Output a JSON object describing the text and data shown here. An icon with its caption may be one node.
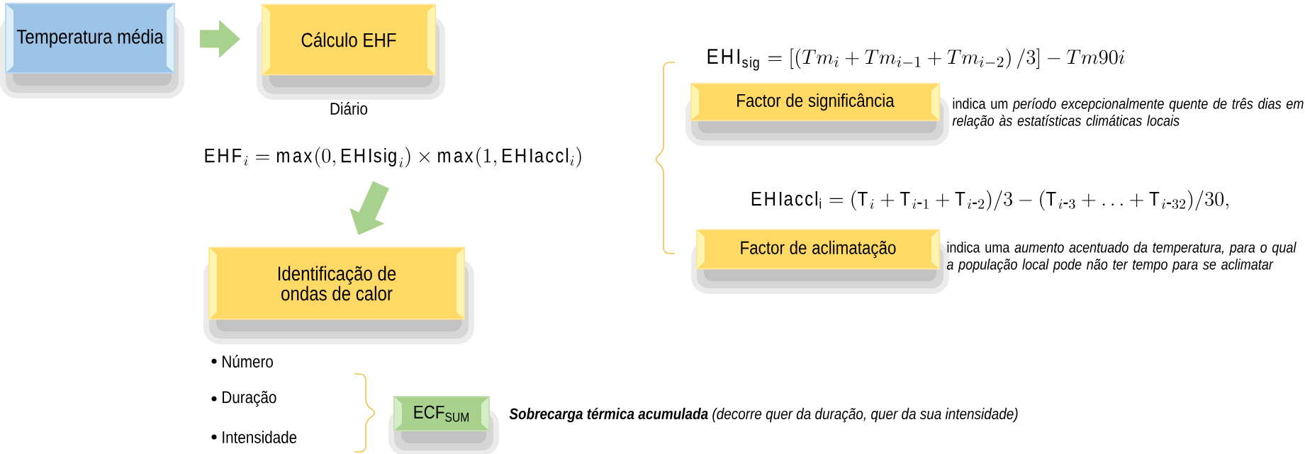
{
  "diagram": {
    "nodes": [
      {
        "text": [
          "Temperatura média"
        ]
      },
      {
        "text": [
          "Cálculo EHF"
        ],
        "beside": [
          "Diário"
        ]
      },
      {
        "text": [
          "\\mathrm{EHF}_{i} = \\max(0,\\mathrm{EHIsig}_{i}) \\times \\max(1,\\mathrm{EHIaccl}_{i})"
        ]
      },
      {
        "text": [
          "Identificação de ondas de calor"
        ]
      },
      {
        "text": [
          "Factor de significância"
        ],
        "beside": [
          "indica um *período excepcionalmente quente de três dias em relação às estatísticas climáticas locais*"
        ]
      },
      {
        "text": [
          "Factor de aclimatação"
        ],
        "beside": [
          "indica uma *aumento acentuado da temperatura, para o qual a população local pode não ter tempo para se aclimatar*"
        ]
      },
      {
        "text": [
          "ECF$_{SUM}$"
        ],
        "beside": [
          "**Sobrecarga térmica acumulada** (decorre quer da duração, quer da sua intensidade)"
        ]
      }
    ],
    "edges": [
      {
        "from": 0,
        "to": 1,
        "arrow": "to"
      },
      {
        "from": 2,
        "to": 3,
        "arrow": "to"
      }
    ],
    "labels": [
      "\\mathrm{EHI}_{\\mathrm{sig}} = \\left[\\left(Tm_{i} + Tm_{i-1} + Tm_{i-2}\\right)/3\\right] - Tm90i",
      "\\mathrm{EHIaccl}_{\\mathrm{i}} = (\\mathrm{T}_{i} + \\mathrm{T}_{i\\mbox{-}1} + \\mathrm{T}_{i\\mbox{-}2})/3 - (\\mathrm{T}_{i\\mbox{-}3} + \\ldots + \\mathrm{T}_{i\\mbox{-}32})/30,",
      "Número",
      "Duração",
      "Intensidade"
    ]
  }
}
